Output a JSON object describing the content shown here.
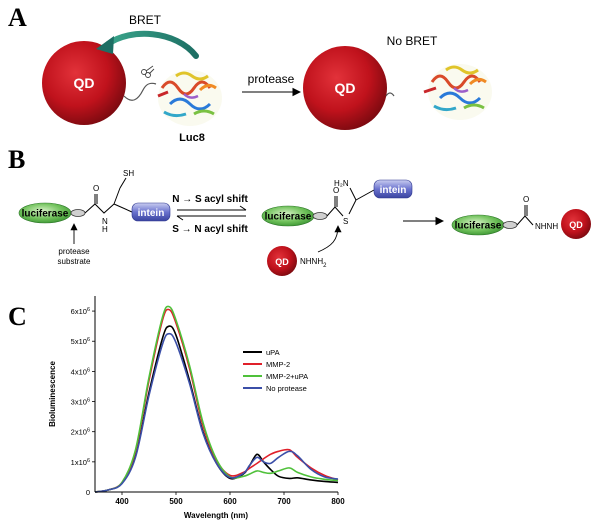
{
  "panel_a": {
    "letter": "A",
    "qd_label": "QD",
    "bret_label": "BRET",
    "protease_label": "protease",
    "luc8_label": "Luc8",
    "no_bret_label": "No BRET"
  },
  "panel_b": {
    "letter": "B",
    "luciferase_label": "luciferase",
    "intein_label": "intein",
    "sh_label": "SH",
    "o_label": "O",
    "nh_label": "N",
    "h_label": "H",
    "h2n_label": "H₂N",
    "s_label": "S",
    "n_to_s_label": "N → S acyl shift",
    "s_to_n_label": "S → N acyl shift",
    "protease_substrate_line1": "protease",
    "protease_substrate_line2": "substrate",
    "qd_label": "QD",
    "nhnh2_label": "NHNH",
    "nhnh2_sub": "2",
    "product_nhnh_label": "NHNH"
  },
  "panel_c": {
    "letter": "C",
    "colors": {
      "uPA": "#000000",
      "MMP-2": "#e0202a",
      "MMP-2+uPA": "#4fc13a",
      "No protease": "#3b4fa8"
    }
  },
  "chart_data": {
    "type": "line",
    "title": "",
    "xlabel": "Wavelength (nm)",
    "ylabel": "Bioluminescence",
    "xlim": [
      350,
      800
    ],
    "ylim": [
      0,
      6500000
    ],
    "x_ticks": [
      400,
      500,
      600,
      700,
      800
    ],
    "y_ticks": [
      {
        "value": 1000000,
        "base": "1x10",
        "exp": "6"
      },
      {
        "value": 2000000,
        "base": "2x10",
        "exp": "6"
      },
      {
        "value": 3000000,
        "base": "3x10",
        "exp": "6"
      },
      {
        "value": 4000000,
        "base": "4x10",
        "exp": "6"
      },
      {
        "value": 5000000,
        "base": "5x10",
        "exp": "6"
      },
      {
        "value": 6000000,
        "base": "6x10",
        "exp": "6"
      }
    ],
    "y_zero_label": "0",
    "legend_position": "right",
    "x": [
      350,
      375,
      400,
      425,
      450,
      475,
      487,
      500,
      525,
      550,
      575,
      600,
      625,
      637,
      650,
      662,
      675,
      690,
      710,
      725,
      750,
      775,
      800
    ],
    "series": [
      {
        "name": "uPA",
        "values": [
          0,
          70000,
          300000,
          1200000,
          3300000,
          5100000,
          5500000,
          5200000,
          3700000,
          2000000,
          950000,
          450000,
          600000,
          900000,
          1250000,
          1000000,
          750000,
          520000,
          450000,
          470000,
          400000,
          350000,
          320000
        ]
      },
      {
        "name": "MMP-2",
        "values": [
          0,
          70000,
          320000,
          1350000,
          3700000,
          5700000,
          6050000,
          5600000,
          4100000,
          2200000,
          1050000,
          550000,
          650000,
          800000,
          950000,
          1100000,
          1250000,
          1350000,
          1400000,
          1150000,
          800000,
          550000,
          400000
        ]
      },
      {
        "name": "MMP-2+uPA",
        "values": [
          0,
          70000,
          320000,
          1400000,
          3800000,
          5800000,
          6150000,
          5700000,
          4200000,
          2300000,
          1080000,
          500000,
          520000,
          600000,
          700000,
          650000,
          620000,
          700000,
          800000,
          650000,
          500000,
          420000,
          380000
        ]
      },
      {
        "name": "No protease",
        "values": [
          0,
          70000,
          280000,
          1150000,
          3200000,
          4900000,
          5250000,
          4950000,
          3600000,
          1950000,
          950000,
          480000,
          620000,
          900000,
          1150000,
          1000000,
          950000,
          1150000,
          1350000,
          1200000,
          750000,
          500000,
          430000
        ]
      }
    ]
  }
}
